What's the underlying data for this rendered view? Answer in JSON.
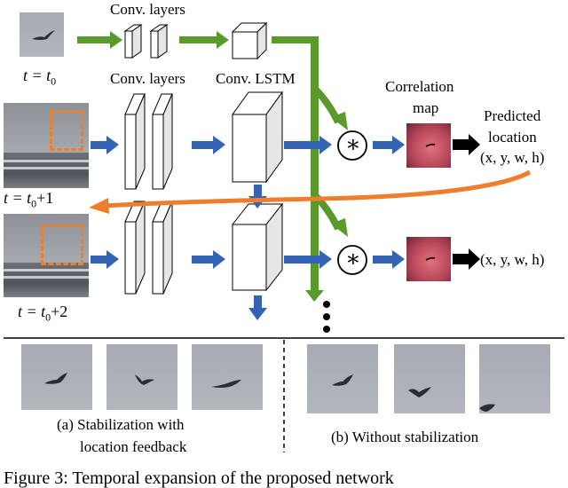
{
  "labels": {
    "conv_layers_top": "Conv. layers",
    "conv_layers_mid": "Conv. layers",
    "conv_lstm": "Conv. LSTM",
    "correlation_map_line1": "Correlation",
    "correlation_map_line2": "map",
    "predicted_line1": "Predicted",
    "predicted_line2": "location",
    "output_1": "(x, y, w, h)",
    "output_2": "(x, y, w, h)",
    "time_t0": "t = t",
    "time_t0_sub": "0",
    "time_t1": "t = t",
    "time_t1_sub": "0",
    "time_t1_suffix": "+1",
    "time_t2": "t = t",
    "time_t2_sub": "0",
    "time_t2_suffix": "+2",
    "conv_symbol": "∗",
    "panel_a_line1": "(a) Stabilization with",
    "panel_a_line2": "location feedback",
    "panel_b": "(b) Without stabilization",
    "caption": "Figure 3:  Temporal expansion of the proposed network"
  },
  "colors": {
    "green_arrow": "#5a9a2c",
    "blue_arrow": "#3563b3",
    "orange_arrow": "#ef7e2c",
    "black_arrow": "#000000",
    "dashed_box": "#f07f2a"
  },
  "icons": {
    "conv_operator": "circled-asterisk-icon",
    "bird": "bird-icon"
  }
}
